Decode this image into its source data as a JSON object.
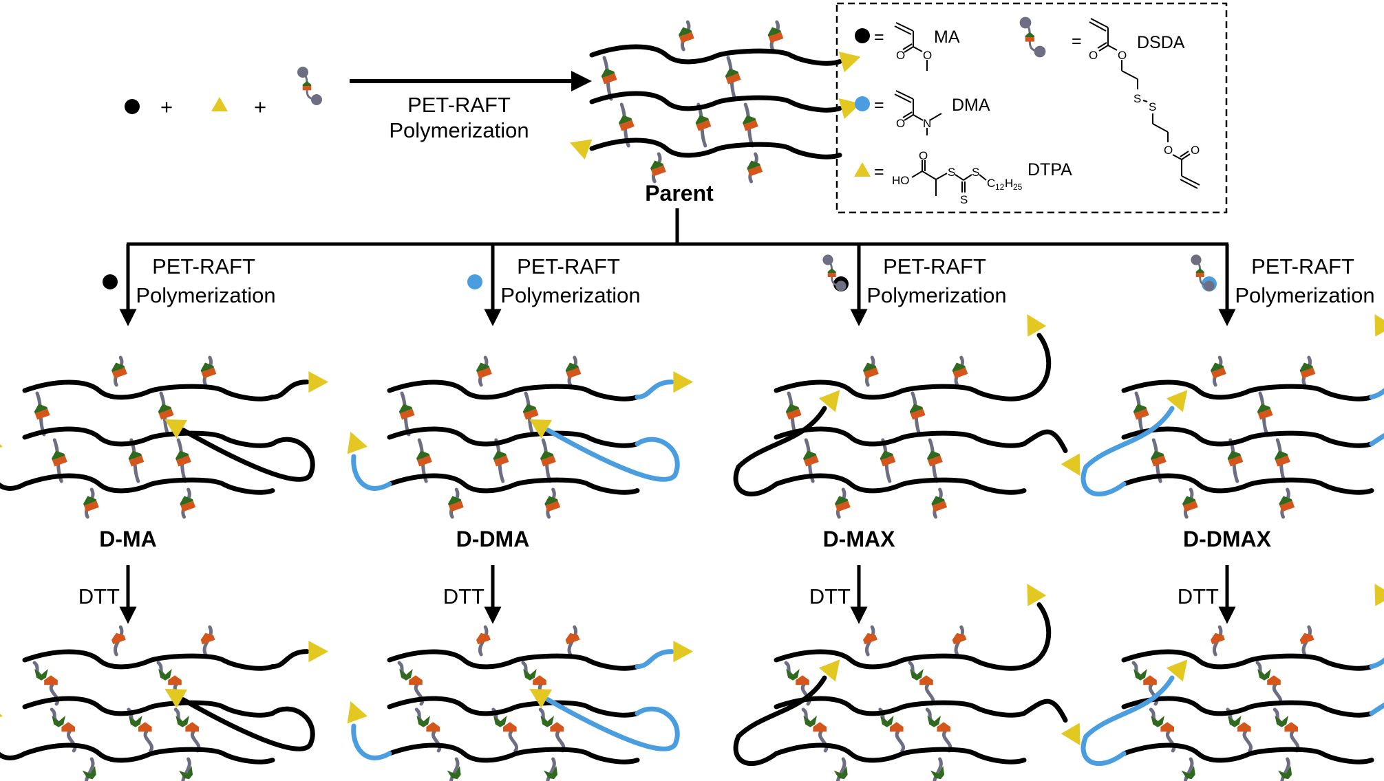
{
  "figure": {
    "reactants": {
      "items": [
        "MA monomer",
        "DTPA RAFT agent",
        "DSDA crosslinker"
      ],
      "plus": "+"
    },
    "main_reaction": {
      "line1": "PET-RAFT",
      "line2": "Polymerization"
    },
    "parent_label": "Parent",
    "branch_reaction": {
      "line1": "PET-RAFT",
      "line2": "Polymerization"
    },
    "columns": [
      {
        "id": "D-MA",
        "label": "D-MA",
        "added": [
          "MA"
        ],
        "extension_color": "#000000",
        "crosslinked_extension": false
      },
      {
        "id": "D-DMA",
        "label": "D-DMA",
        "added": [
          "DMA"
        ],
        "extension_color": "#4a9ee0",
        "crosslinked_extension": false
      },
      {
        "id": "D-MAX",
        "label": "D-MAX",
        "added": [
          "MA",
          "DSDA"
        ],
        "extension_color": "#000000",
        "crosslinked_extension": true
      },
      {
        "id": "D-DMAX",
        "label": "D-DMAX",
        "added": [
          "DMA",
          "DSDA"
        ],
        "extension_color": "#4a9ee0",
        "crosslinked_extension": true
      }
    ],
    "cleavage_reagent": "DTT"
  },
  "legend": {
    "equals": "=",
    "entries": [
      {
        "symbol": "black-circle",
        "name": "MA",
        "structure": "methyl acrylate"
      },
      {
        "symbol": "blue-circle",
        "name": "DMA",
        "structure": "N,N-dimethylacrylamide"
      },
      {
        "symbol": "yellow-triangle",
        "name": "DTPA",
        "structure": "2-(dodecylthiocarbonothioylthio)propionic acid"
      },
      {
        "symbol": "crosslinker",
        "name": "DSDA",
        "structure": "bis(2-acryloyloxyethyl) disulfide"
      }
    ],
    "atoms": {
      "O": "O",
      "N": "N",
      "S": "S",
      "HO": "HO",
      "C": "C",
      "H": "H",
      "c_sub": "12",
      "h_sub": "25"
    }
  },
  "colors": {
    "ma": "#000000",
    "dma": "#4a9ee0",
    "dtpa": "#e2c820",
    "crosslinker_arm": "#6e6e82",
    "disulfide_orange": "#d4561a",
    "disulfide_green": "#2f6a1e",
    "backbone": "#000000"
  }
}
